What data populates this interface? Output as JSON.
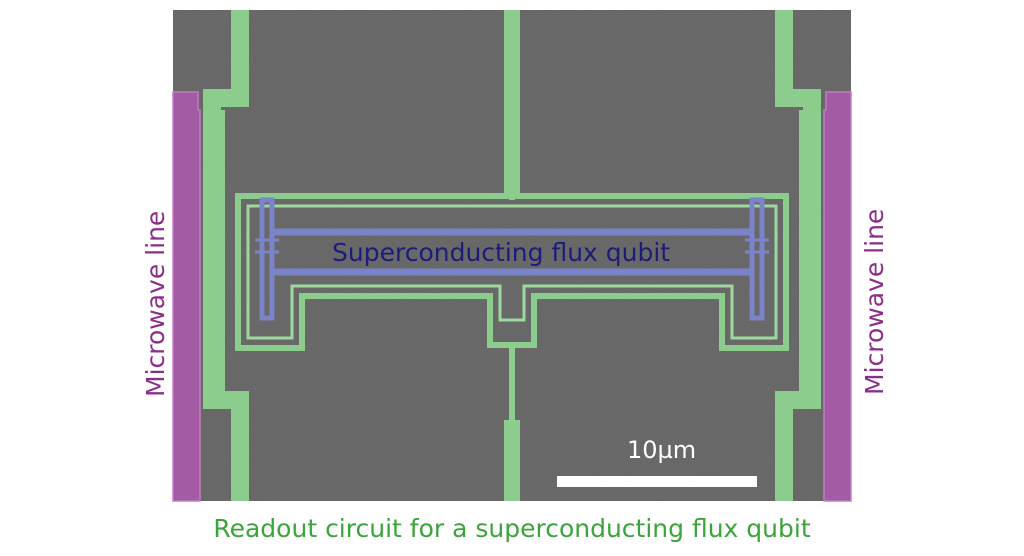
{
  "labels": {
    "qubit": "Superconducting flux qubit",
    "microwave_left": "Microwave line",
    "microwave_right": "Microwave line",
    "scale_bar": "10µm"
  },
  "caption": "Readout circuit for a superconducting flux qubit",
  "colors": {
    "substrate": "#6b6b6b",
    "readout_circuit": "#8fcf8f",
    "qubit_loop": "#7f86c8",
    "microwave_line": "#b068b0",
    "scale_bar": "#ffffff"
  },
  "scale_bar_length_um": 10
}
